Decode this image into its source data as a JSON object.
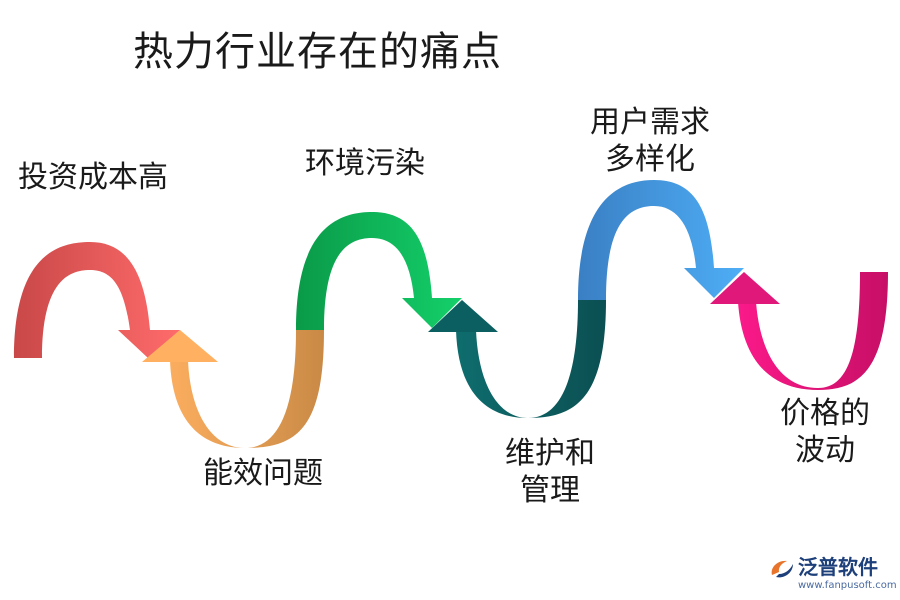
{
  "title": "热力行业存在的痛点",
  "pain_points": [
    {
      "lines": [
        "投资成本高"
      ],
      "color": "#e15c5c"
    },
    {
      "lines": [
        "能效问题"
      ],
      "color": "#f0a04b"
    },
    {
      "lines": [
        "环境污染"
      ],
      "color": "#16b45c"
    },
    {
      "lines": [
        "维护和",
        "管理"
      ],
      "color": "#0b6163"
    },
    {
      "lines": [
        "用户需求",
        "多样化"
      ],
      "color": "#3f8ed6"
    },
    {
      "lines": [
        "价格的",
        "波动"
      ],
      "color": "#e0187a"
    }
  ],
  "logo": {
    "name": "泛普软件",
    "url": "www.fanpusoft.com",
    "color": "#1d3f7a"
  }
}
